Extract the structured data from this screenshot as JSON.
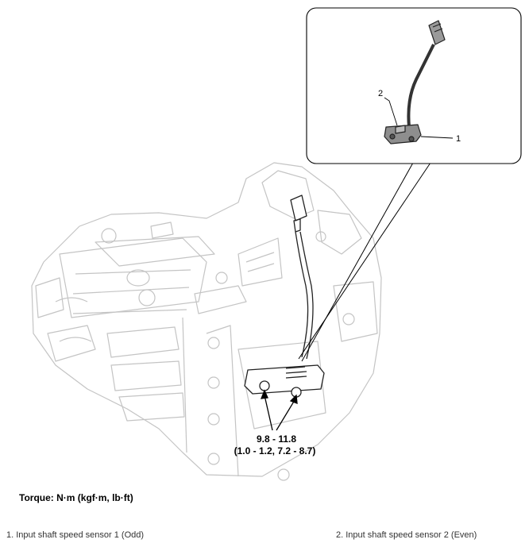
{
  "figure": {
    "callouts": [
      {
        "label": "1"
      },
      {
        "label": "2"
      }
    ],
    "torque_value": "9.8 - 11.8",
    "torque_value_alt": "(1.0 - 1.2, 7.2 - 8.7)"
  },
  "torque_heading": "Torque: N·m (kgf·m, lb·ft)",
  "legend": [
    {
      "text": "1. Input shaft speed sensor 1 (Odd)"
    },
    {
      "text": "2. Input shaft speed sensor 2 (Even)"
    }
  ]
}
